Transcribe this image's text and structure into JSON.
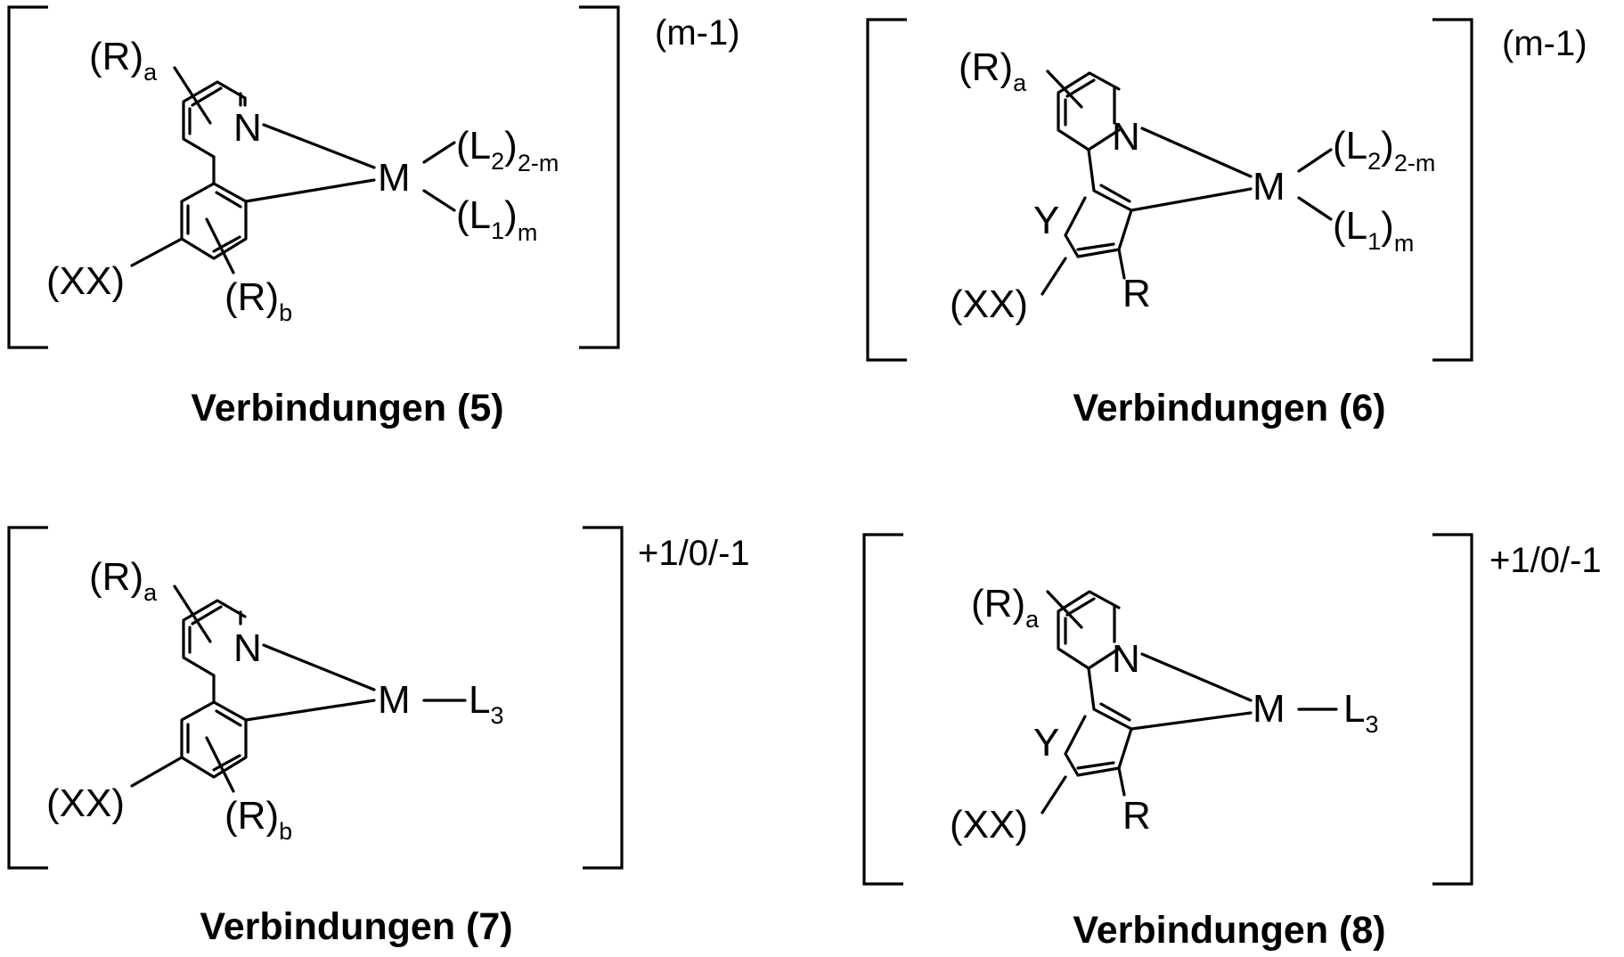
{
  "compounds": [
    {
      "caption": "Verbindungen (5)",
      "charge": "(m-1)",
      "labels": {
        "r_a": "R",
        "r_a_sub": "a",
        "n": "N",
        "m": "M",
        "l2": "L",
        "l2_num": "2",
        "l2_sub": "2-m",
        "l1": "L",
        "l1_num": "1",
        "l1_sub": "m",
        "xx": "(XX)",
        "r_b": "R",
        "r_b_sub": "b"
      }
    },
    {
      "caption": "Verbindungen (6)",
      "charge": "(m-1)",
      "labels": {
        "r_a": "R",
        "r_a_sub": "a",
        "n": "N",
        "m": "M",
        "l2": "L",
        "l2_num": "2",
        "l2_sub": "2-m",
        "l1": "L",
        "l1_num": "1",
        "l1_sub": "m",
        "y": "Y",
        "xx": "(XX)",
        "r": "R"
      }
    },
    {
      "caption": "Verbindungen (7)",
      "charge": "+1/0/-1",
      "labels": {
        "r_a": "R",
        "r_a_sub": "a",
        "n": "N",
        "m": "M",
        "l3": "L",
        "l3_num": "3",
        "xx": "(XX)",
        "r_b": "R",
        "r_b_sub": "b"
      }
    },
    {
      "caption": "Verbindungen (8)",
      "charge": "+1/0/-1",
      "labels": {
        "r_a": "R",
        "r_a_sub": "a",
        "n": "N",
        "m": "M",
        "l3": "L",
        "l3_num": "3",
        "y": "Y",
        "xx": "(XX)",
        "r": "R"
      }
    }
  ]
}
